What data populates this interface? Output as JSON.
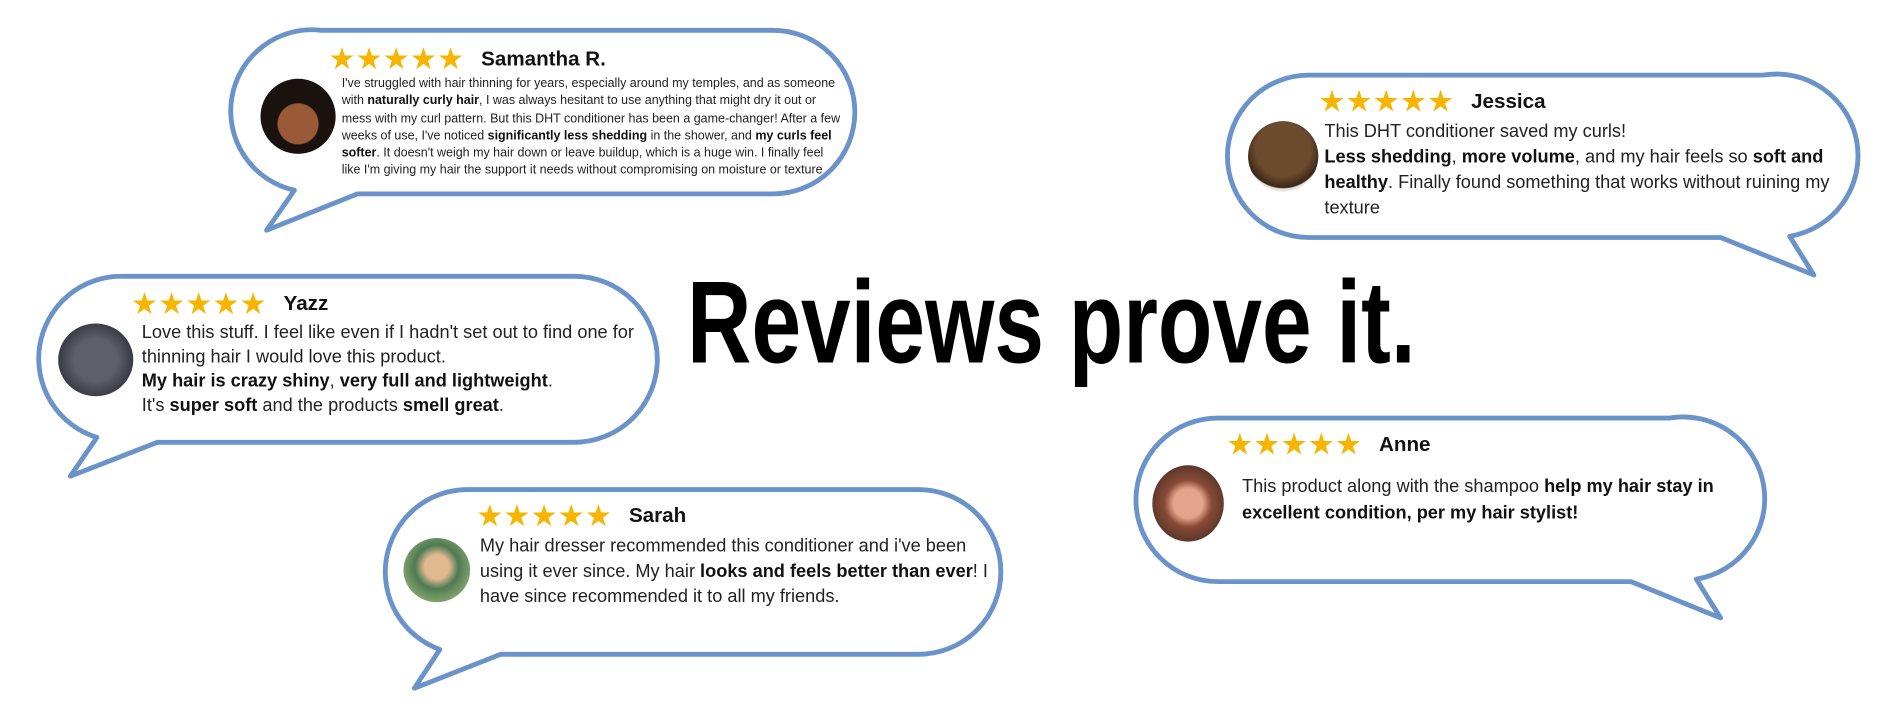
{
  "title": "Reviews prove it.",
  "colors": {
    "bubble_stroke": "#6a93c9",
    "star": "#f7b500"
  },
  "reviews": [
    {
      "name": "Samantha R.",
      "stars": "★★★★★",
      "rating": 5,
      "parts": [
        "I've struggled with hair thinning for years, especially around my temples, and as someone with ",
        "naturally curly hair",
        ", I was always hesitant to use anything that might dry it out or mess with my curl pattern. But this DHT conditioner has been a game-changer! After a few weeks of use, I've noticed ",
        "significantly less shedding",
        " in the shower, and ",
        "my curls feel softer",
        ". It doesn't weigh my hair down or leave buildup, which is a huge win. I finally feel like I'm giving my hair the support it needs without compromising on moisture or texture"
      ]
    },
    {
      "name": "Jessica",
      "stars": "★★★★★",
      "rating": 5,
      "parts": [
        "This DHT conditioner saved my curls!",
        "Less shedding",
        ", ",
        "more volume",
        ", and my hair feels so ",
        "soft and healthy",
        ". Finally found something that works without ruining my texture"
      ]
    },
    {
      "name": "Yazz",
      "stars": "★★★★★",
      "rating": 5,
      "parts": [
        "Love this stuff. I feel like even if I hadn't set out to find one for thinning hair I would love this product.",
        "My hair is crazy shiny",
        ", ",
        "very full and lightweight",
        ".",
        "It's ",
        "super soft",
        " and the products ",
        "smell great",
        "."
      ]
    },
    {
      "name": "Sarah",
      "stars": "★★★★★",
      "rating": 5,
      "parts": [
        "My hair dresser recommended this conditioner and i've been using it ever since. My hair ",
        "looks and feels better than ever",
        "! I have since recommended it to all my friends."
      ]
    },
    {
      "name": "Anne",
      "stars": "★★★★★",
      "rating": 5,
      "parts": [
        "This product along with the shampoo ",
        "help my hair stay in excellent condition, per my hair stylist!"
      ]
    }
  ]
}
